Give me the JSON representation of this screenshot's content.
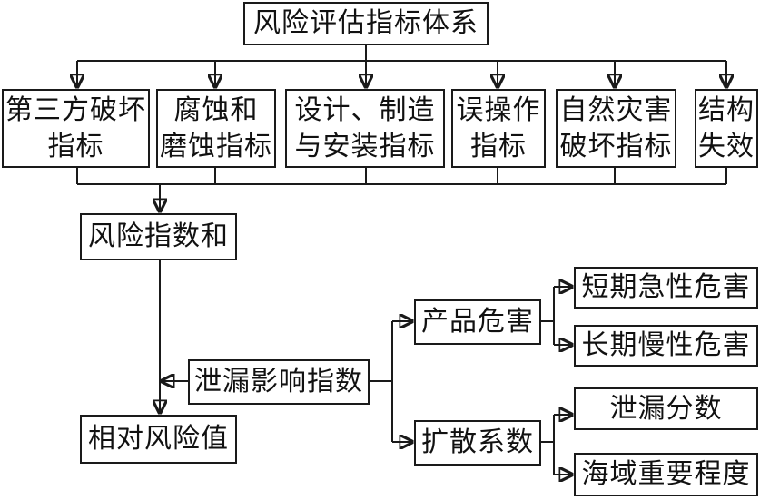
{
  "title": "风险评估指标体系",
  "categories": [
    {
      "id": "third_party",
      "lines": [
        "第三方破坏",
        "指标"
      ]
    },
    {
      "id": "corrosion",
      "lines": [
        "腐蚀和",
        "磨蚀指标"
      ]
    },
    {
      "id": "design",
      "lines": [
        "设计、制造",
        "与安装指标"
      ]
    },
    {
      "id": "misoperation",
      "lines": [
        "误操作",
        "指标"
      ]
    },
    {
      "id": "natural",
      "lines": [
        "自然灾害",
        "破坏指标"
      ]
    },
    {
      "id": "structure",
      "lines": [
        "结构",
        "失效"
      ]
    }
  ],
  "risk_index_sum": "风险指数和",
  "relative_risk": "相对风险值",
  "leak_impact": "泄漏影响指数",
  "product_hazard": "产品危害",
  "dispersion": "扩散系数",
  "short_term": "短期急性危害",
  "long_term": "长期慢性危害",
  "leak_score": "泄漏分数",
  "sea_area": "海域重要程度"
}
